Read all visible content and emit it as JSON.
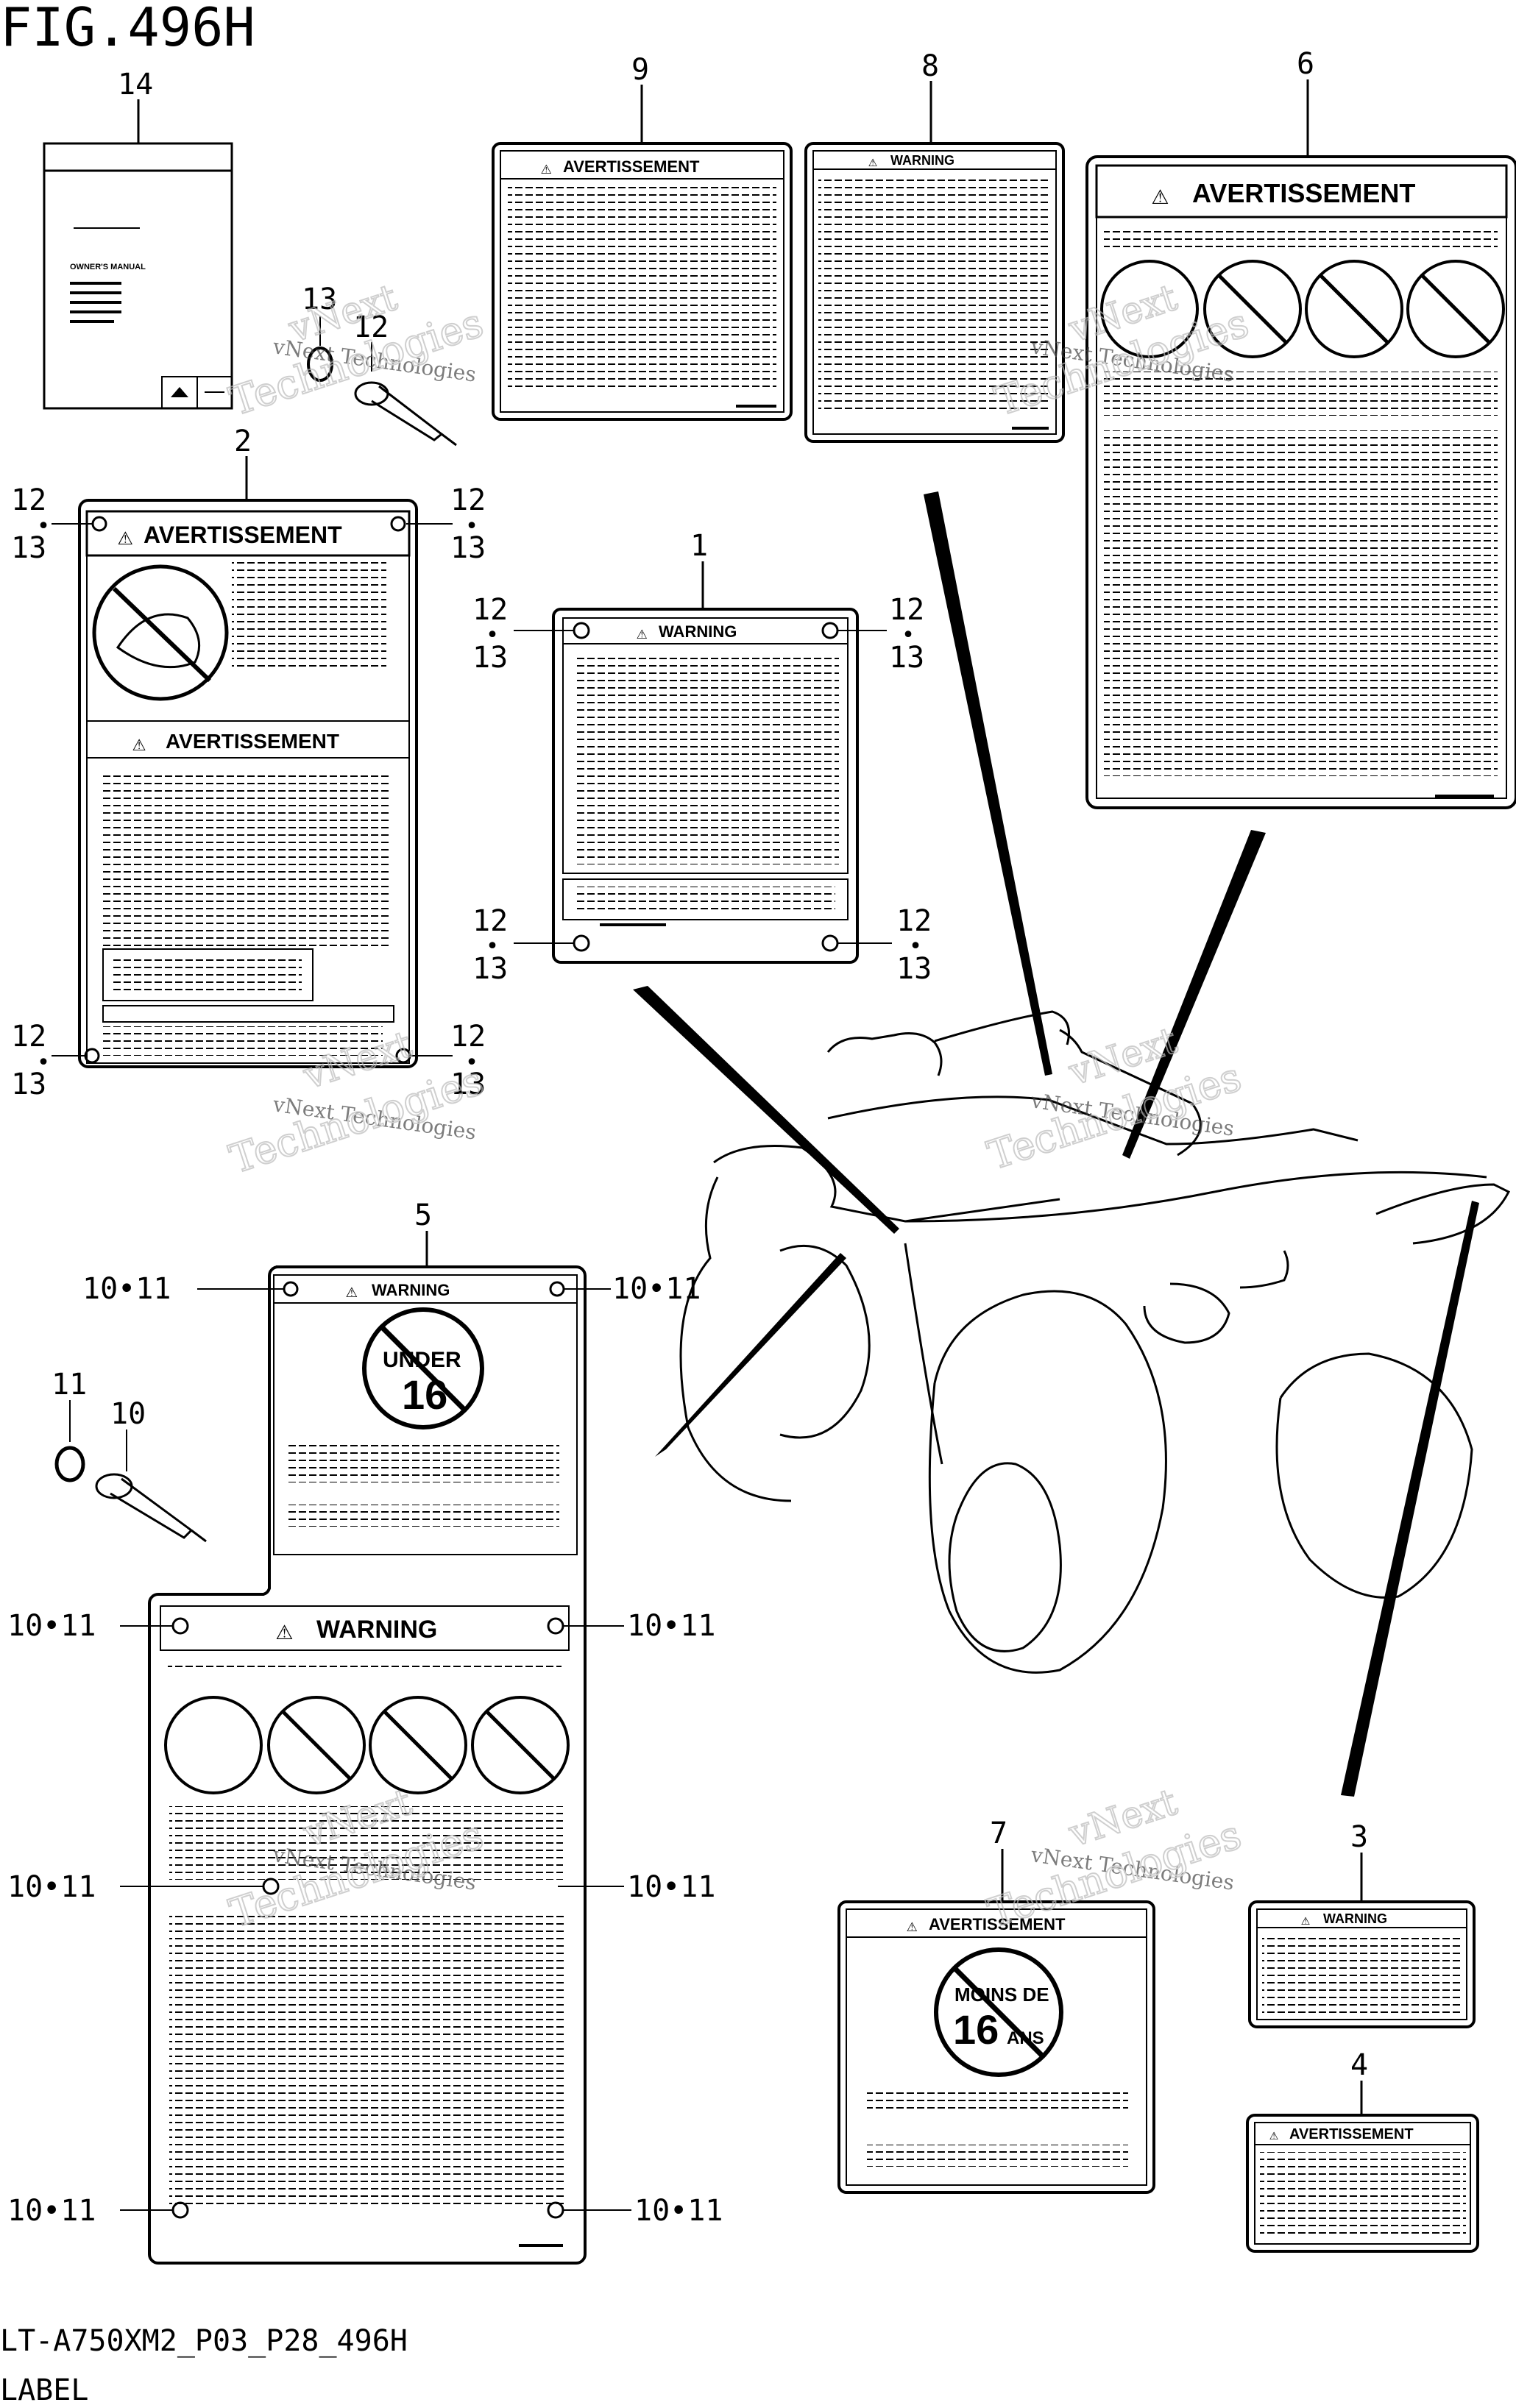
{
  "figure": {
    "title": "FIG.496H",
    "model_code": "LT-A750XM2_P03_P28_496H",
    "section": "LABEL"
  },
  "callouts": {
    "c1": "1",
    "c2": "2",
    "c3": "3",
    "c4": "4",
    "c5": "5",
    "c6": "6",
    "c7": "7",
    "c8": "8",
    "c9": "9",
    "c10": "10",
    "c11": "11",
    "c12": "12",
    "c13": "13",
    "c14": "14",
    "pair_10_11": "10•11",
    "dot": "•"
  },
  "labels": {
    "warning": "WARNING",
    "avertissement": "AVERTISSEMENT",
    "warning_symbol": "⚠",
    "owners_manual": "OWNER'S MANUAL",
    "under": "UNDER",
    "sixteen": "16",
    "moins_de": "MOINS DE",
    "ans": "ANS"
  },
  "watermark": {
    "line1": "vNext",
    "line2": "vNext Technologies",
    "line3": "Technologies"
  }
}
